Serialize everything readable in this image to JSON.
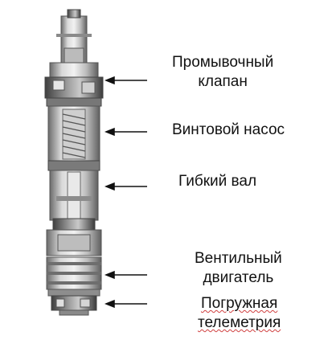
{
  "labels": {
    "flush_valve": [
      "Промывочный",
      "клапан"
    ],
    "screw_pump": "Винтовой насос",
    "flexible_shaft": "Гибкий вал",
    "valve_motor": [
      "Вентильный",
      "двигатель"
    ],
    "downhole_telemetry": [
      "Погружная",
      "телеметрия"
    ]
  },
  "colors": {
    "arrow": "#111111",
    "metal_dark": "#5a5a5a",
    "metal_mid": "#9a9a9a",
    "metal_light": "#d8d8d8",
    "spellcheck_underline": "#d04040"
  }
}
